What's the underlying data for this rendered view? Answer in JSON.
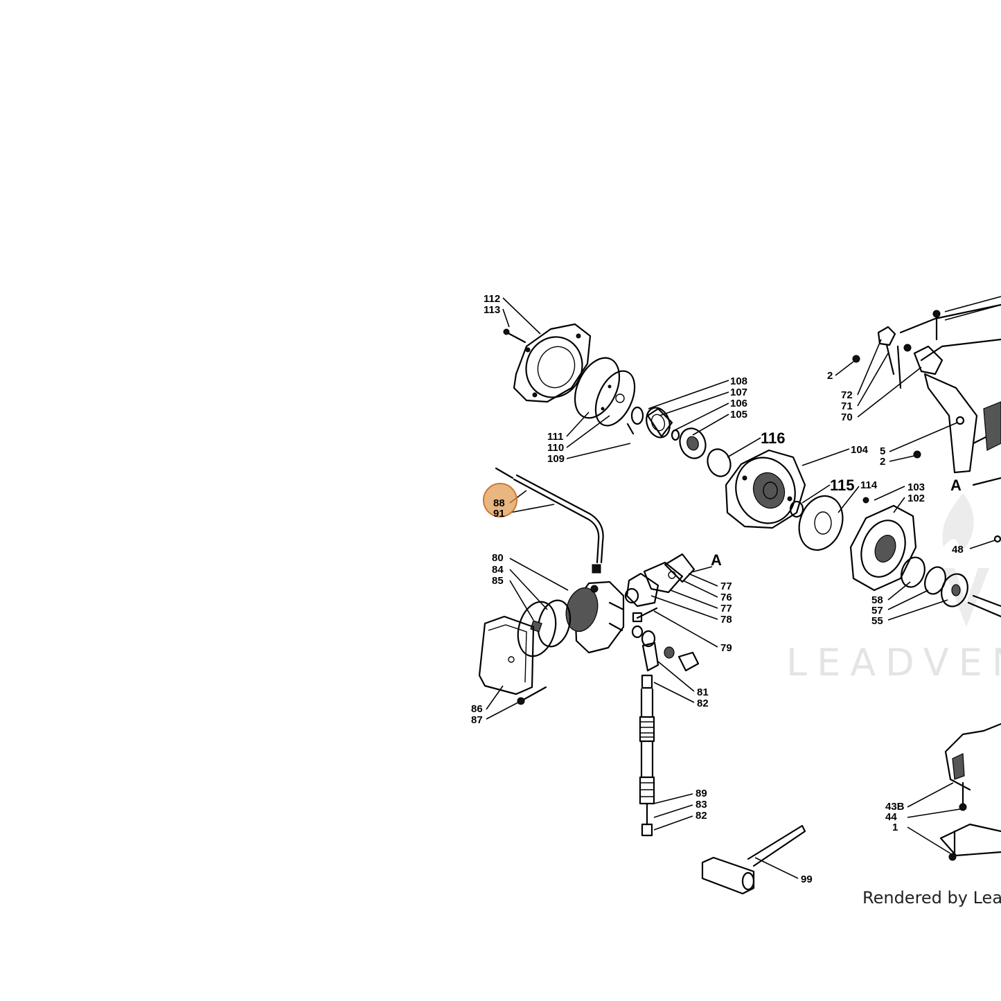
{
  "diagram": {
    "labels": {
      "l112": "112",
      "l113": "113",
      "l108": "108",
      "l107": "107",
      "l106": "106",
      "l105": "105",
      "l111": "111",
      "l110": "110",
      "l109": "109",
      "l116": "116",
      "l104": "104",
      "l115": "115",
      "l114": "114",
      "l103": "103",
      "l102": "102",
      "l72": "72",
      "l71": "71",
      "l70": "70",
      "l2a": "2",
      "l5": "5",
      "l2b": "2",
      "lAa": "A",
      "l48": "48",
      "l88": "88",
      "l91": "91",
      "l80": "80",
      "l84": "84",
      "l85": "85",
      "lAb": "A",
      "l77a": "77",
      "l76": "76",
      "l77b": "77",
      "l78": "78",
      "l79": "79",
      "l58": "58",
      "l57": "57",
      "l55": "55",
      "l81": "81",
      "l82a": "82",
      "l86": "86",
      "l87": "87",
      "l89": "89",
      "l83": "83",
      "l82b": "82",
      "l99": "99",
      "l43b": "43B",
      "l44": "44",
      "l1": "1"
    },
    "highlight_color": "#e0964a"
  },
  "watermark": {
    "text": "LEADVEN"
  },
  "footer": {
    "text": "Rendered by LeadVe"
  }
}
